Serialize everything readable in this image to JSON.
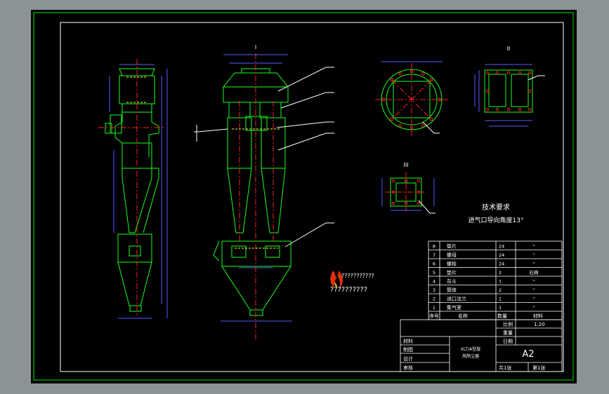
{
  "colors": {
    "viewer_bg": "#8a9396",
    "paper": "#000000",
    "frame": "#00c000",
    "outline": "#18ff18",
    "centerline": "#ff2020",
    "dimension": "#5858ff",
    "leader": "#ffffff",
    "hidden": "#ffff40",
    "text": "#ffffff"
  },
  "views": {
    "side_section_label": "I",
    "right_top_label": "II",
    "small_view_label": "III"
  },
  "tech_requirements": {
    "title": "技术要求",
    "note": "进气口导向角度13°"
  },
  "watermark": {
    "line1": "???????????",
    "line2": "??????????",
    "logo_icon": "flame-logo-icon"
  },
  "parts_list": {
    "header": {
      "no": "序号",
      "name": "名称",
      "qty": "数量",
      "material": "材料"
    },
    "rows": [
      {
        "no": "8",
        "name": "垫片",
        "qty": "24",
        "material": "''"
      },
      {
        "no": "7",
        "name": "螺母",
        "qty": "24",
        "material": "''"
      },
      {
        "no": "6",
        "name": "螺栓",
        "qty": "24",
        "material": "''"
      },
      {
        "no": "5",
        "name": "垫片",
        "qty": "2",
        "material": "石棉"
      },
      {
        "no": "4",
        "name": "灰斗",
        "qty": "1",
        "material": "''"
      },
      {
        "no": "3",
        "name": "筒体",
        "qty": "2",
        "material": "''"
      },
      {
        "no": "2",
        "name": "进口法兰",
        "qty": "1",
        "material": "''"
      },
      {
        "no": "1",
        "name": "集气室",
        "qty": "1",
        "material": "''"
      }
    ]
  },
  "title_block": {
    "scale_label": "比例",
    "scale_value": "1:20",
    "weight_label": "重量",
    "date_label": "日期",
    "material_label": "材料",
    "draw_label": "制图",
    "design_label": "设计",
    "check_label": "审核",
    "drawing_name_line1": "XLT/A型旋",
    "drawing_name_line2": "风除尘器",
    "sheet_size": "A2",
    "total_sheets": "共1张",
    "sheet_no": "第1张"
  }
}
